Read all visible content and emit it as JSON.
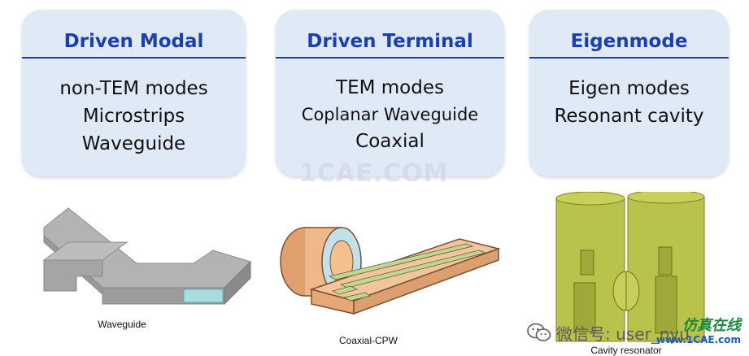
{
  "cards": [
    {
      "title": "Driven Modal",
      "lines": [
        "non-TEM modes",
        "Microstrips",
        "Waveguide"
      ]
    },
    {
      "title": "Driven Terminal",
      "lines": [
        "TEM modes",
        "Coplanar Waveguide",
        "Coaxial"
      ]
    },
    {
      "title": "Eigenmode",
      "lines": [
        "Eigen modes",
        "Resonant cavity"
      ]
    }
  ],
  "captions": {
    "waveguide": "Waveguide",
    "coaxial_cpw": "Coaxial-CPW",
    "cavity": "Cavity resonator"
  },
  "watermarks": {
    "center": "1CAE.COM",
    "wechat_label": "微信号: user_nyu",
    "brand_cn": "仿真在线",
    "brand_url": "www.1CAE.com"
  },
  "colors": {
    "card_bg": "#dfeaf6",
    "title_blue": "#1b3fb0",
    "cavity_green": "#a9b83a",
    "brand_green": "#1a8a3a"
  },
  "icons": [
    "wechat-icon"
  ]
}
